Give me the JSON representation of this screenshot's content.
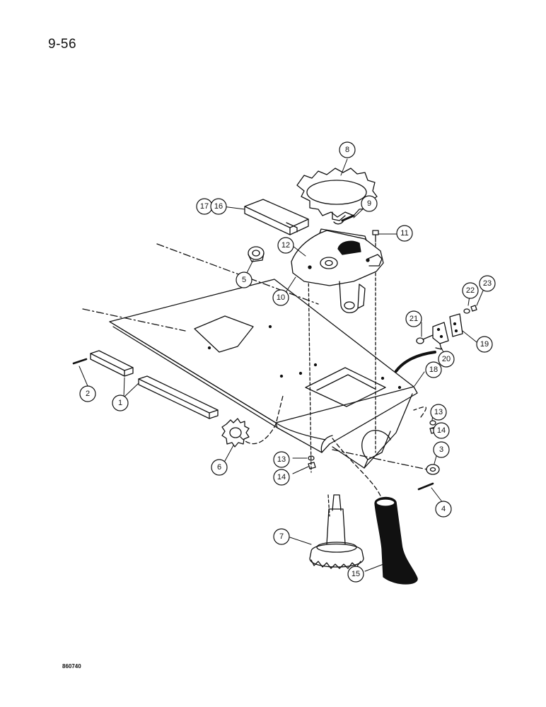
{
  "page_number": "9-56",
  "drawing_code": "860740",
  "colors": {
    "ink": "#111111",
    "paper": "#ffffff"
  },
  "callouts": [
    {
      "id": "c8",
      "text": "8"
    },
    {
      "id": "c9",
      "text": "9"
    },
    {
      "id": "c17",
      "text": "17"
    },
    {
      "id": "c16",
      "text": "16"
    },
    {
      "id": "c11",
      "text": "11"
    },
    {
      "id": "c12",
      "text": "12"
    },
    {
      "id": "c5",
      "text": "5"
    },
    {
      "id": "c10",
      "text": "10"
    },
    {
      "id": "c22",
      "text": "22"
    },
    {
      "id": "c23",
      "text": "23"
    },
    {
      "id": "c21",
      "text": "21"
    },
    {
      "id": "c19",
      "text": "19"
    },
    {
      "id": "c20",
      "text": "20"
    },
    {
      "id": "c18",
      "text": "18"
    },
    {
      "id": "c2",
      "text": "2"
    },
    {
      "id": "c1",
      "text": "1"
    },
    {
      "id": "c13a",
      "text": "13"
    },
    {
      "id": "c14a",
      "text": "14"
    },
    {
      "id": "c13b",
      "text": "13"
    },
    {
      "id": "c14b",
      "text": "14"
    },
    {
      "id": "c6",
      "text": "6"
    },
    {
      "id": "c3",
      "text": "3"
    },
    {
      "id": "c4",
      "text": "4"
    },
    {
      "id": "c7",
      "text": "7"
    },
    {
      "id": "c15",
      "text": "15"
    }
  ]
}
